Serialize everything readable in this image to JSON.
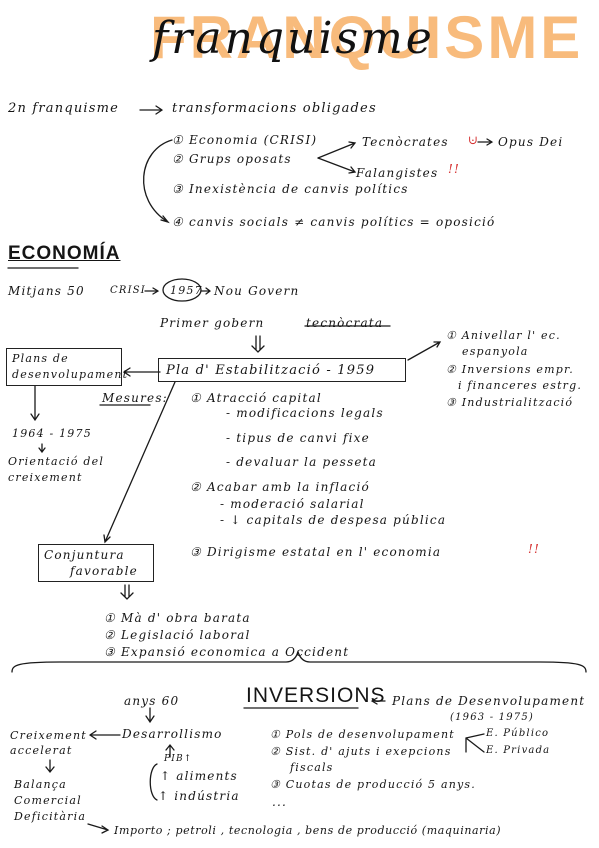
{
  "title": {
    "bg": "FRANQUISME",
    "fg": "franquisme"
  },
  "intro": {
    "subject": "2n franquisme",
    "result": "transformacions obligades",
    "list": [
      "① Economia (CRISI)",
      "② Grups oposats",
      "③ Inexistència de canvis polítics",
      "④ canvis socials ≠ canvis polítics = oposició"
    ],
    "groups": {
      "technocrats": "Tecnòcrates",
      "technocrats_link": "Opus Dei",
      "falangists": "Falangistes",
      "mark": "!!"
    }
  },
  "economia": {
    "header": "ECONOMÍA",
    "mid50": "Mitjans 50",
    "crisi": "CRISI",
    "year": "1957",
    "new_gov": "Nou Govern",
    "first_gov": "Primer gobern",
    "tecnocrata": "tecnòcrata",
    "plans_box": [
      "Plans de",
      "desenvolupament"
    ],
    "plan_title": "Pla d' Estabilització - 1959",
    "mesures": "Mesures:",
    "goals": [
      "① Anivellar l' ec.",
      "espanyola",
      "② Inversions empr.",
      "i financeres estrg.",
      "③ Industrialització"
    ],
    "range": "1964 - 1975",
    "orient": [
      "Orientació del",
      "creixement"
    ],
    "measures": [
      "① Atracció capital",
      "- modificacions legals",
      "- tipus de canvi fixe",
      "- devaluar la pesseta",
      "② Acabar amb la inflació",
      "- moderació salarial",
      "- ↓ capitals de despesa pública",
      "③ Dirigisme estatal en l' economia"
    ],
    "mark": "!!",
    "conjuntura": [
      "Conjuntura",
      "favorable"
    ],
    "factors": [
      "① Mà d' obra barata",
      "② Legislació laboral",
      "③ Expansió economica a Occident"
    ]
  },
  "inversions": {
    "header": "INVERSIONS",
    "years60": "anys 60",
    "plans": "Plans de Desenvolupament",
    "plans_range": "(1963 - 1975)",
    "desarrollismo": "Desarrollismo",
    "growth": [
      "Creixement",
      "accelerat"
    ],
    "balance": [
      "Balança",
      "Comercial",
      "Deficitària"
    ],
    "pib": "PIB↑",
    "aliments": "↑ aliments",
    "industria": "↑ indústria",
    "poles": "① Pols de desenvolupament",
    "publico": "E. Público",
    "privada": "E. Privada",
    "ajuts": [
      "② Sist. d' ajuts i exepcions",
      "fiscals"
    ],
    "quotas": "③ Cuotas de producció 5 anys.",
    "dots": "...",
    "imports": "Importo ; petroli , tecnologia , bens de producció (maquinaria)"
  }
}
